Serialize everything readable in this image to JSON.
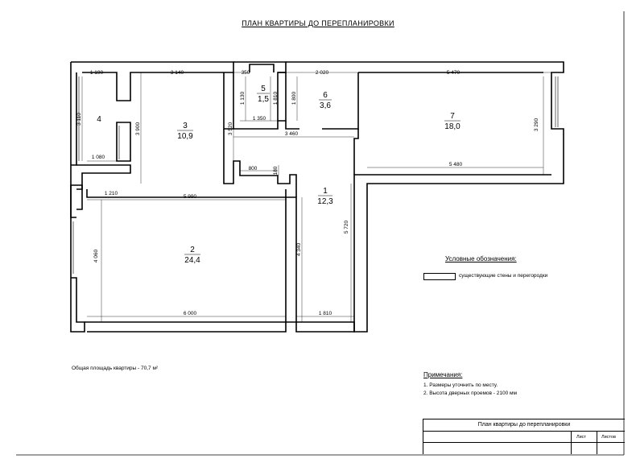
{
  "header": {
    "title": "ПЛАН КВАРТИРЫ ДО ПЕРЕПЛАНИРОВКИ"
  },
  "rooms": [
    {
      "number": "1",
      "area": "12,3"
    },
    {
      "number": "2",
      "area": "24,4"
    },
    {
      "number": "3",
      "area": "10,9"
    },
    {
      "number": "4",
      "area": ""
    },
    {
      "number": "5",
      "area": "1,5"
    },
    {
      "number": "6",
      "area": "3,6"
    },
    {
      "number": "7",
      "area": "18,0"
    }
  ],
  "dimensions": {
    "d1190": "1 190",
    "d3140": "3 140",
    "d350": "350",
    "d2020": "2 020",
    "d5470": "5 470",
    "d3110": "3 110",
    "d3900": "3 900",
    "d3520": "3 520",
    "d1130": "1 130",
    "d1810v": "1 810",
    "d1800": "1 800",
    "d3290": "3 290",
    "d1350": "1 350",
    "d3460": "3 460",
    "d1080": "1 080",
    "d800": "800",
    "d180": "180",
    "d5480": "5 480",
    "d1210": "1 210",
    "d5990": "5 990",
    "d5720": "5 720",
    "d4060": "4 060",
    "d4340": "4 340",
    "d6000": "6 000",
    "d1810h": "1 810"
  },
  "summary": {
    "total_area": "Общая площадь квартиры - 70,7 м²"
  },
  "legend": {
    "title": "Условные обозначения:",
    "items": [
      {
        "label": "существующие стены и перегородки"
      }
    ]
  },
  "notes": {
    "title": "Примечания:",
    "items": [
      "1. Размеры уточнить по месту.",
      "2. Высота дверных проемов - 2100 мм"
    ]
  },
  "title_block": {
    "title": "План квартиры до перепланировки",
    "sheet_label": "Лист",
    "sheets_label": "Листов"
  }
}
